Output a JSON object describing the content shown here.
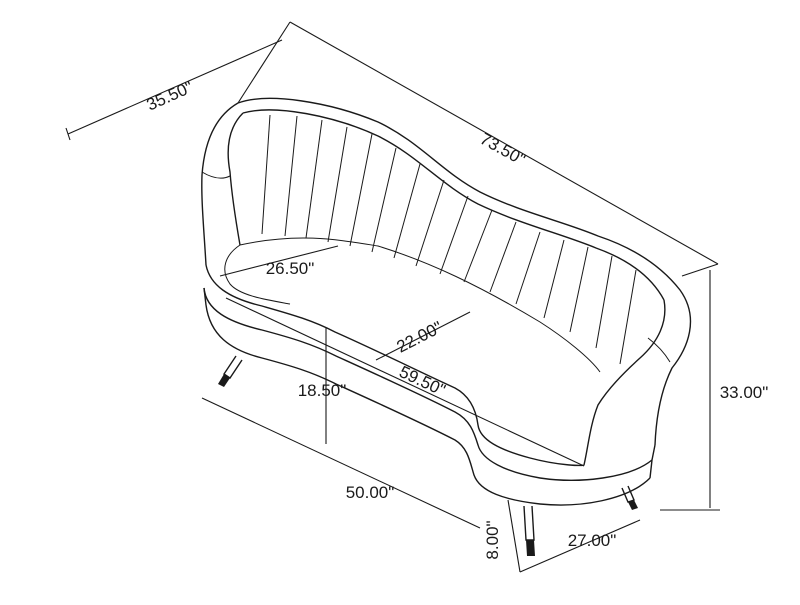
{
  "dimensions": {
    "overall_depth": "35.50\"",
    "overall_width": "73.50\"",
    "seat_width_left": "26.50\"",
    "seat_depth": "22.00\"",
    "seat_width_total": "59.50\"",
    "seat_height": "18.50\"",
    "base_width": "50.00\"",
    "overall_height": "33.00\"",
    "leg_height": "8.00\"",
    "base_depth": "27.00\""
  },
  "colors": {
    "line": "#1a1a1a",
    "background": "#ffffff"
  }
}
